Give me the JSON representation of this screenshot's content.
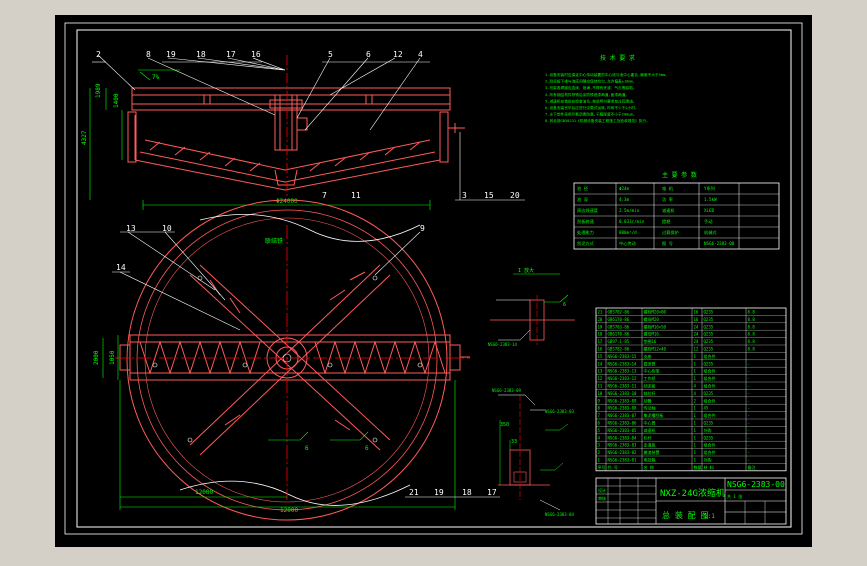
{
  "colors": {
    "app_bg": "#d4d0c8",
    "canvas": "#000000",
    "frame": "#ffffff",
    "structure": "#ff5a5a",
    "dimension": "#00ff00",
    "leader": "#ffffff",
    "axis": "#ff0000",
    "annotation_yellow": "#ffff00",
    "table_text": "#00ff00",
    "title_text": "#00ff00"
  },
  "callouts_top": [
    "2",
    "8",
    "19",
    "18",
    "17",
    "16",
    "5",
    "6",
    "12",
    "4"
  ],
  "callouts_bottom_top_view": [
    "3",
    "15",
    "20"
  ],
  "callouts_plan_left": [
    "13",
    "10",
    "14"
  ],
  "callouts_plan_right": [
    "9"
  ],
  "callouts_plan_bottom": [
    "21",
    "19",
    "18",
    "17"
  ],
  "callout_side_mid": [
    "7",
    "11"
  ],
  "dimensions": {
    "top_diameter": "Φ24000",
    "plan_overall": "12000",
    "plan_diameter": "12000",
    "height_a": "1989",
    "height_b": "1400",
    "height_c": "4327",
    "slope": "7%",
    "truss_height": "2000",
    "truss_inner": "1050",
    "detail_a": "350",
    "detail_b": "33"
  },
  "tech_notes": {
    "heading": "技 术 要 求",
    "lines": [
      "1.设备安装时应保证中心传动装置的中心线与池中心重合,偏差不大于5mm。",
      "2.刮泥板下缘与池底间隙应保持均匀,允许偏差±10mm。",
      "3.桁架各焊缝应连续、饱满,不得有夹渣、气孔等缺陷。",
      "4.所有钢结构件除锈后涂防锈底漆两道,面漆两道。",
      "5.减速机安装前应检查油位,按说明书要求加注润滑油。",
      "6.设备安装完毕后应进行空载试运转,时间不少于2小时。",
      "7.水下部件采用环氧沥青防腐,干膜厚度不小于200μm。",
      "8.其余按GB50231《机械设备安装工程施工及验收规范》执行。"
    ]
  },
  "params_table": {
    "heading": "主 要 参 数",
    "rows": [
      [
        "池 径",
        "Φ24m",
        "电 机",
        "Y系列"
      ],
      [
        "池 深",
        "4.3m",
        "功 率",
        "1.5kW"
      ],
      [
        "周边线速度",
        "2.5m/min",
        "减速机",
        "XLED"
      ],
      [
        "刮板转速",
        "0.033r/min",
        "提耙",
        "手动"
      ],
      [
        "处理能力",
        "800m³/d",
        "过载保护",
        "机械式"
      ],
      [
        "刮泥方式",
        "中心传动",
        "图 号",
        "NSG6-2383-00"
      ]
    ]
  },
  "detail_labels": {
    "detail1_title": "I 放大",
    "detail1_tag": "NSG6-2383-14",
    "detail2_tag": "NSG6-2383-03",
    "detail2_tag_b": "NSG6-2383-09",
    "detail2_tag_c": "NSG6-2383-04",
    "angle_mark": "6",
    "plan_mark": "联结铁"
  },
  "parts_list": {
    "rows": [
      [
        "21",
        "GB5782-86",
        "螺栓M20×80",
        "16",
        "Q235",
        "8.8"
      ],
      [
        "20",
        "GB6170-86",
        "螺母M20",
        "16",
        "Q235",
        "8.8"
      ],
      [
        "19",
        "GB5783-86",
        "螺栓M16×50",
        "24",
        "Q235",
        "8.8"
      ],
      [
        "18",
        "GB6170-86",
        "螺母M16",
        "24",
        "Q235",
        "8.8"
      ],
      [
        "17",
        "GB97.1-85",
        "垫圈16",
        "24",
        "Q235",
        "8.8"
      ],
      [
        "16",
        "GB5782-86",
        "螺栓M12×40",
        "12",
        "Q235",
        "8.8"
      ],
      [
        "15",
        "NSG6-2383-15",
        "支座",
        "1",
        "组合件",
        ""
      ],
      [
        "14",
        "NSG6-2383-14",
        "稳流筒",
        "1",
        "Q235",
        "-"
      ],
      [
        "13",
        "NSG6-2383-13",
        "中心桁架",
        "1",
        "组合件",
        "-"
      ],
      [
        "12",
        "NSG6-2383-12",
        "工作桥",
        "1",
        "组合件",
        "-"
      ],
      [
        "11",
        "NSG6-2383-11",
        "刮泥板",
        "4",
        "组合件",
        "-"
      ],
      [
        "10",
        "NSG6-2383-10",
        "斜拉杆",
        "4",
        "Q235",
        "-"
      ],
      [
        "9",
        "NSG6-2383-09",
        "刮臂",
        "2",
        "组合件",
        "-"
      ],
      [
        "8",
        "NSG6-2383-08",
        "传动轴",
        "1",
        "45",
        "-"
      ],
      [
        "7",
        "NSG6-2383-07",
        "集泥槽刮板",
        "1",
        "组合件",
        "-"
      ],
      [
        "6",
        "NSG6-2383-06",
        "中心筒",
        "1",
        "Q235",
        "-"
      ],
      [
        "5",
        "NSG6-2383-05",
        "减速机",
        "1",
        "外购",
        "-"
      ],
      [
        "4",
        "NSG6-2383-04",
        "栏杆",
        "1",
        "Q235",
        "-"
      ],
      [
        "3",
        "NSG6-2383-03",
        "走道板",
        "1",
        "组合件",
        "-"
      ],
      [
        "2",
        "NSG6-2383-02",
        "撇渣装置",
        "1",
        "组合件",
        "-"
      ],
      [
        "1",
        "NSG6-2383-01",
        "电控箱",
        "1",
        "外购",
        "-"
      ]
    ],
    "header": [
      "序号",
      "代 号",
      "名 称",
      "数量",
      "材 料",
      "备注"
    ]
  },
  "title_block": {
    "drawing_no": "NSG6-2383-00",
    "product_name": "NXZ-24G浓缩机",
    "drawing_title": "总 装 配 图",
    "scale_label": "1:1",
    "design": "设计",
    "check": "审核",
    "sheet": "共 1 张"
  }
}
